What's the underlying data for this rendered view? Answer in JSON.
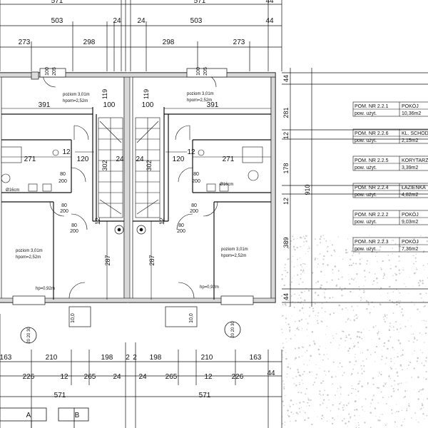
{
  "top_dims": {
    "row0": [
      "571",
      "571",
      "44"
    ],
    "row1": [
      "503",
      "24",
      "24",
      "503",
      "44"
    ],
    "row2": [
      "273",
      "298",
      "298",
      "273"
    ]
  },
  "bottom_dims": {
    "row1": [
      "163",
      "210",
      "198",
      "2",
      "2",
      "198",
      "210",
      "163"
    ],
    "row2": [
      "226",
      "12",
      "265",
      "24",
      "24",
      "265",
      "12",
      "226",
      "44"
    ],
    "row3": [
      "571",
      "571"
    ]
  },
  "right_dims": [
    "44",
    "281",
    "12",
    "178",
    "12",
    "389",
    "44"
  ],
  "right_total": "910",
  "interior_dims": {
    "h391_left": "391",
    "h391_right": "391",
    "h100_left": "100",
    "h100_right": "100",
    "h271_left": "271",
    "h271_right": "271",
    "h120_left": "120",
    "h120_right": "120",
    "h12a": "12",
    "h12b": "12",
    "h24a": "24",
    "h24b": "24",
    "v287_left": "287",
    "v287_right": "287",
    "v119_left": "119",
    "v119_right": "119",
    "v12a": "12",
    "v12b": "12",
    "v302_left": "302",
    "v302_right": "302"
  },
  "room_labels": {
    "level_left_top": "poziom 3,01m",
    "hpom_left_top": "hpom=2,52m",
    "level_right_top": "poziom 3,01m",
    "hpom_right_top": "hpom=2,52m",
    "level_left_bottom": "poziom 3,01m",
    "hpom_left_bottom": "hpom=2,52m",
    "level_right_bottom": "poziom 3,01m",
    "hpom_right_bottom": "hpom=2,52m",
    "hp_left": "hp=0,92m",
    "hp_right": "hp=0,92m",
    "door_80_200": [
      "80",
      "200"
    ],
    "window_100_205": [
      "100",
      "205"
    ],
    "window_10_10": "10,0",
    "radiator_left": "Ø16cm",
    "radiator_right": "Ø16cm"
  },
  "markers": {
    "a": "A",
    "b": "B"
  },
  "stamps": {
    "left": "20 20 30",
    "right": "20 20 30"
  },
  "room_table": [
    {
      "num": "POM. NR 2.2.1",
      "name": "POKÓJ",
      "label": "pow. użyt.",
      "area": "10,36m2"
    },
    {
      "num": "POM. NR 2.2.6",
      "name": "KL. SCHODOW",
      "label": "pow. użyt.",
      "area": "2,15m2"
    },
    {
      "num": "POM. NR 2.2.5",
      "name": "KORYTARZ",
      "label": "pow. użyt.",
      "area": "3,39m2"
    },
    {
      "num": "POM. NR 2.2.4",
      "name": "ŁAZIENKA",
      "label": "pow. użyt.",
      "area": "4,82m2"
    },
    {
      "num": "POM. NR 2.2.2",
      "name": "POKÓJ",
      "label": "pow. użyt.",
      "area": "9,03m2"
    },
    {
      "num": "POM. NR 2.2.3",
      "name": "POKÓJ",
      "label": "pow. użyt.",
      "area": "7,36m2"
    }
  ]
}
